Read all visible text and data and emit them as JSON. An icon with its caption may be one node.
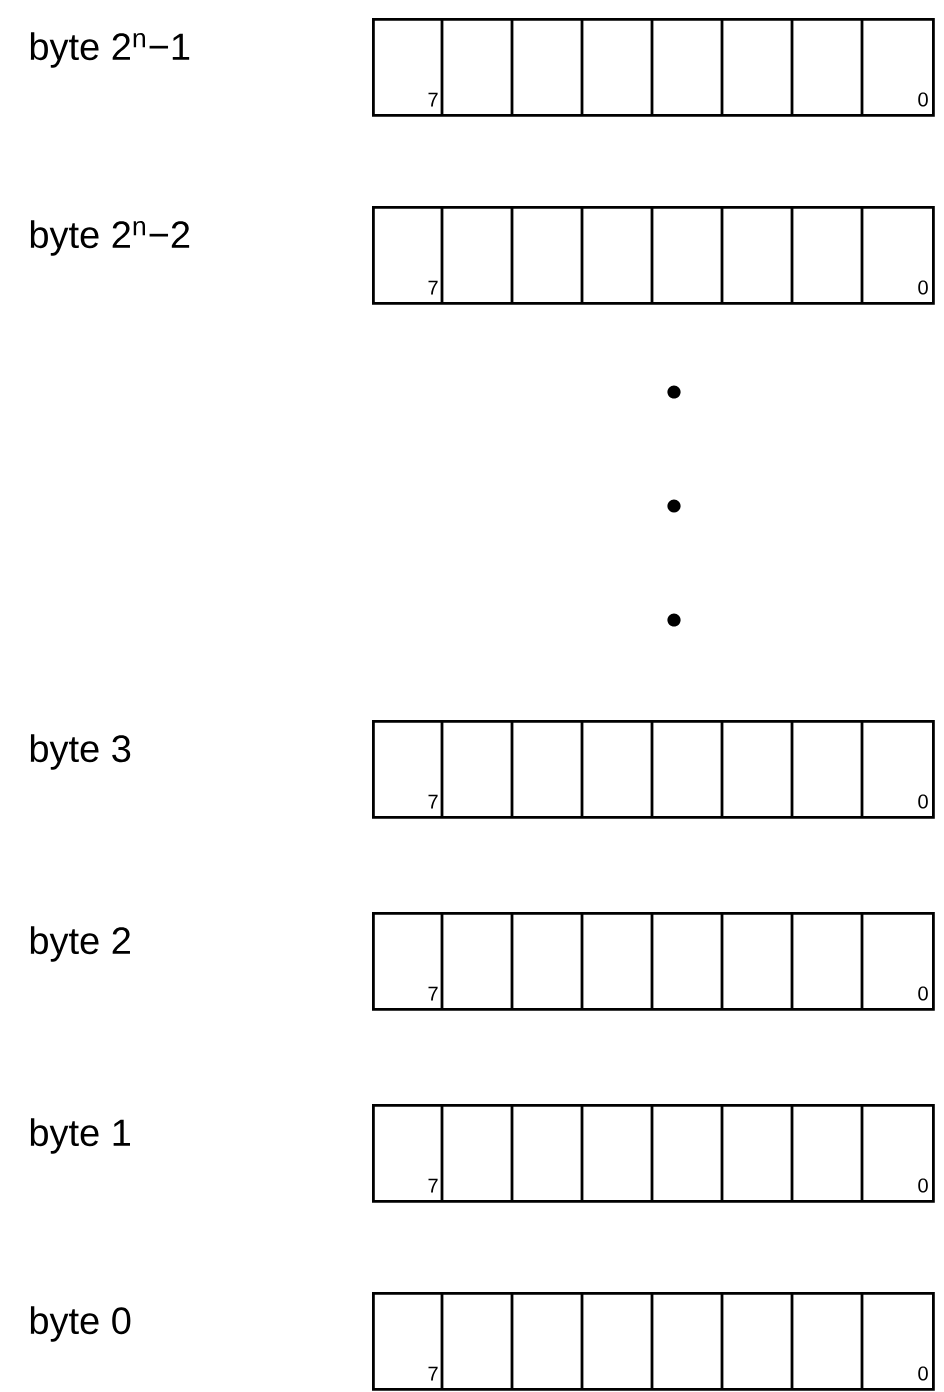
{
  "diagram": {
    "nodes": [
      {
        "text": [
          "7",
          "0"
        ]
      },
      {
        "text": [
          "7",
          "0"
        ]
      },
      {
        "text": [
          "7",
          "0"
        ]
      },
      {
        "text": [
          "7",
          "0"
        ]
      },
      {
        "text": [
          "7",
          "0"
        ]
      },
      {
        "text": [
          "7",
          "0"
        ]
      }
    ],
    "labels": [
      "byte 2$^{n}$−1",
      "byte 2$^{n}$−2",
      "byte 3",
      "byte 2",
      "byte 1",
      "byte 0"
    ]
  }
}
